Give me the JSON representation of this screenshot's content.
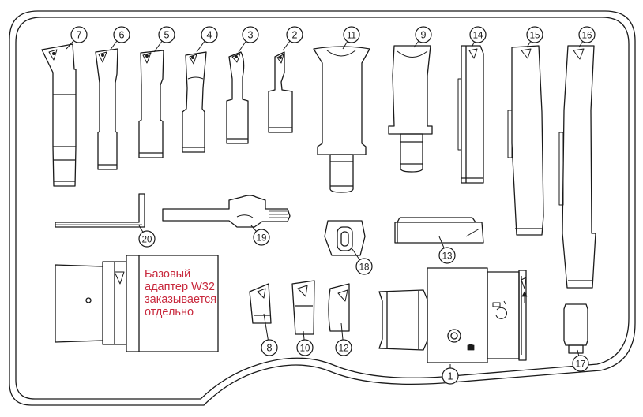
{
  "callouts": [
    {
      "num": "1"
    },
    {
      "num": "2"
    },
    {
      "num": "3"
    },
    {
      "num": "4"
    },
    {
      "num": "5"
    },
    {
      "num": "6"
    },
    {
      "num": "7"
    },
    {
      "num": "8"
    },
    {
      "num": "9"
    },
    {
      "num": "10"
    },
    {
      "num": "11"
    },
    {
      "num": "12"
    },
    {
      "num": "13"
    },
    {
      "num": "14"
    },
    {
      "num": "15"
    },
    {
      "num": "16"
    },
    {
      "num": "17"
    },
    {
      "num": "18"
    },
    {
      "num": "19"
    },
    {
      "num": "20"
    }
  ],
  "note": {
    "lines": [
      "Базовый",
      "адаптер W32",
      "заказывается",
      "отдельно"
    ],
    "color": "#c8283c"
  },
  "colors": {
    "stroke": "#1a1a1a",
    "accent": "#c8283c"
  },
  "icons": [
    "ruler-icon",
    "lock-icon",
    "arrow-up-icon"
  ]
}
